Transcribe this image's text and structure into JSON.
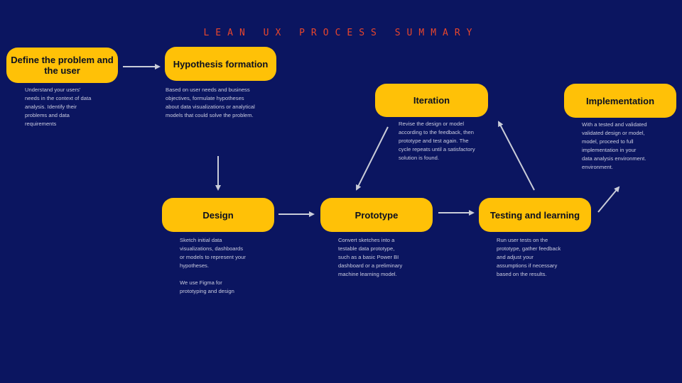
{
  "slide": {
    "title": "LEAN UX PROCESS SUMMARY",
    "colors": {
      "background": "#0b1560",
      "box": "#ffc107",
      "title": "#e8452c",
      "arrow": "#c9ccd8"
    }
  },
  "steps": {
    "define": {
      "label": "Define the problem and the user",
      "description": "Understand your users'\nneeds in the context of data\nanalysis. Identify their\nproblems and data\nrequirements"
    },
    "hypothesis": {
      "label": "Hypothesis formation",
      "description": "Based on user needs and business\nobjectives, formulate hypotheses\nabout data visualizations or analytical\nmodels that could solve the problem."
    },
    "design": {
      "label": "Design",
      "description": "Sketch initial data\nvisualizations, dashboards\nor models to represent your\nhypotheses.\n\nWe use Figma for\nprototyping and design"
    },
    "prototype": {
      "label": "Prototype",
      "description": "Convert sketches into a\ntestable data prototype,\nsuch as a basic Power BI\ndashboard or a preliminary\nmachine learning model."
    },
    "testing": {
      "label": "Testing and learning",
      "description": "Run user tests on the\nprototype, gather feedback\nand adjust your\nassumptions if necessary\nbased on the results."
    },
    "iteration": {
      "label": "Iteration",
      "description": "Revise the design or model\naccording to the feedback, then\nprototype and test again. The\ncycle repeats until a satisfactory\nsolution is found."
    },
    "implementation": {
      "label": "Implementation",
      "description": "With a tested and validated\nvalidated design or model,\nmodel, proceed to full\nimplementation in your\ndata analysis environment.\nenvironment."
    }
  }
}
